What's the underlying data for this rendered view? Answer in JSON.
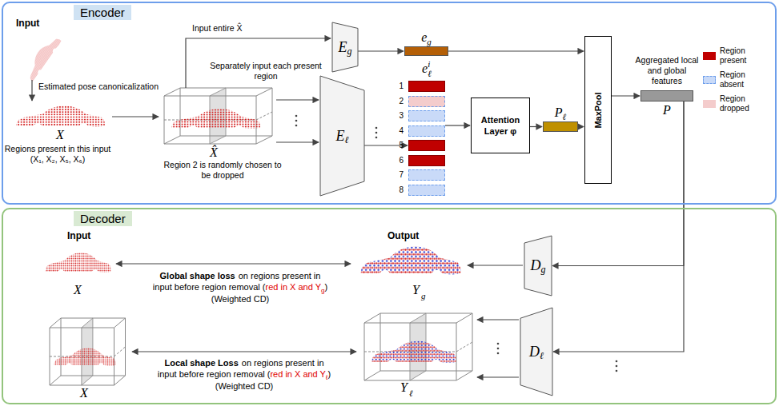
{
  "diagram": {
    "nodes": [
      {
        "text": [
          "Encoder"
        ]
      },
      {
        "text": [
          "E",
          "g"
        ],
        "in": 0
      },
      {
        "text": [
          "e",
          "g"
        ],
        "in": 0
      },
      {
        "text": [
          "E",
          "ℓ"
        ],
        "in": 0
      },
      {
        "text": [
          "e",
          "i",
          "ℓ"
        ],
        "in": 0
      },
      {
        "text": [
          "Attention Layer φ"
        ],
        "in": 0
      },
      {
        "text": [
          "P",
          "ℓ"
        ],
        "in": 0
      },
      {
        "text": [
          "MaxPool"
        ],
        "in": 0
      },
      {
        "text": [
          "Aggregated local and global features",
          "P"
        ],
        "in": 0
      },
      {
        "text": [
          "Decoder"
        ]
      },
      {
        "text": [
          "D",
          "g"
        ],
        "in": 9
      },
      {
        "text": [
          "D",
          "ℓ"
        ],
        "in": 9
      }
    ],
    "edges": [
      {
        "from": 1,
        "to": 2,
        "arrow": "to"
      },
      {
        "from": 2,
        "to": 7,
        "arrow": "to"
      },
      {
        "from": 3,
        "to": 4,
        "arrow": "to"
      },
      {
        "from": 4,
        "to": 5,
        "arrow": "to"
      },
      {
        "from": 5,
        "to": 6,
        "arrow": "to"
      },
      {
        "from": 6,
        "to": 7,
        "arrow": "to"
      },
      {
        "from": 7,
        "to": 8,
        "arrow": "to"
      },
      {
        "from": 8,
        "to": 10,
        "arrow": "to"
      },
      {
        "from": 8,
        "to": 11,
        "arrow": "to"
      }
    ],
    "labels": [
      "Input",
      "Estimated pose canonicalization",
      "X",
      "Regions present in this input (X₁, X₂, X₅, X₆)",
      "X̂",
      "Region 2 is randomly chosen to be dropped",
      "Input entire X̂",
      "Separately input each present region",
      "1",
      "2",
      "3",
      "4",
      "5",
      "6",
      "7",
      "8",
      "Input",
      "X",
      "Output",
      "Y",
      "g",
      "Global shape loss",
      "on regions present in",
      "input before region removal (",
      "red in X and Y",
      "g",
      ")",
      "(Weighted CD)",
      "X",
      "Local shape Loss",
      "on regions present in",
      "input before region removal (",
      "red in X and Y",
      "ℓ",
      ")",
      "(Weighted CD)",
      "Y",
      "ℓ"
    ],
    "legend": [
      {
        "text": "Region present",
        "color": "#c00000"
      },
      {
        "text": "Region absent",
        "color": "#c9daf8"
      },
      {
        "text": "Region dropped",
        "color": "#f4cccc"
      }
    ]
  }
}
